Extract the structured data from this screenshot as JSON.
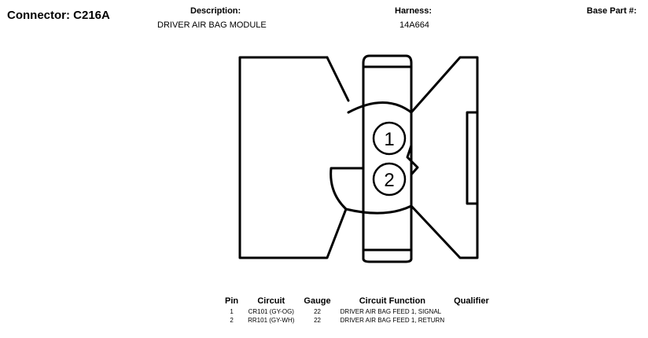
{
  "connector": {
    "title": "Connector: C216A"
  },
  "header": {
    "description_label": "Description:",
    "description_value": "DRIVER AIR BAG MODULE",
    "harness_label": "Harness:",
    "harness_value": "14A664",
    "base_part_label": "Base Part #:"
  },
  "diagram": {
    "pin_labels": [
      "1",
      "2"
    ],
    "stroke_color": "#000000"
  },
  "pin_table": {
    "columns": [
      "Pin",
      "Circuit",
      "Gauge",
      "Circuit Function",
      "Qualifier"
    ],
    "rows": [
      {
        "pin": "1",
        "circuit": "CR101 (GY-OG)",
        "gauge": "22",
        "function": "DRIVER AIR BAG FEED 1, SIGNAL",
        "qualifier": ""
      },
      {
        "pin": "2",
        "circuit": "RR101 (GY-WH)",
        "gauge": "22",
        "function": "DRIVER AIR BAG FEED 1, RETURN",
        "qualifier": ""
      }
    ]
  }
}
